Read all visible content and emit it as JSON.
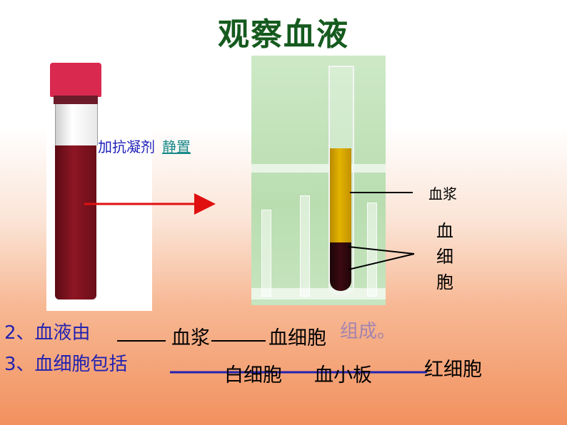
{
  "title": "观察血液",
  "left_label": {
    "prefix": "加抗凝剂",
    "link": "静置"
  },
  "plasma_label": "血浆",
  "cells_label": [
    "血",
    "细",
    "胞"
  ],
  "question2": {
    "text": "2、血液由",
    "answer1": "血浆",
    "answer2": "血细胞",
    "suffix": "组成。"
  },
  "question3": {
    "text": "3、血细胞包括",
    "answers": [
      "白细胞",
      "血小板",
      "红细胞"
    ]
  },
  "colors": {
    "title": "#155a1e",
    "question": "#2222b0",
    "arrow": "#e01010",
    "link": "#1a8a8a"
  }
}
